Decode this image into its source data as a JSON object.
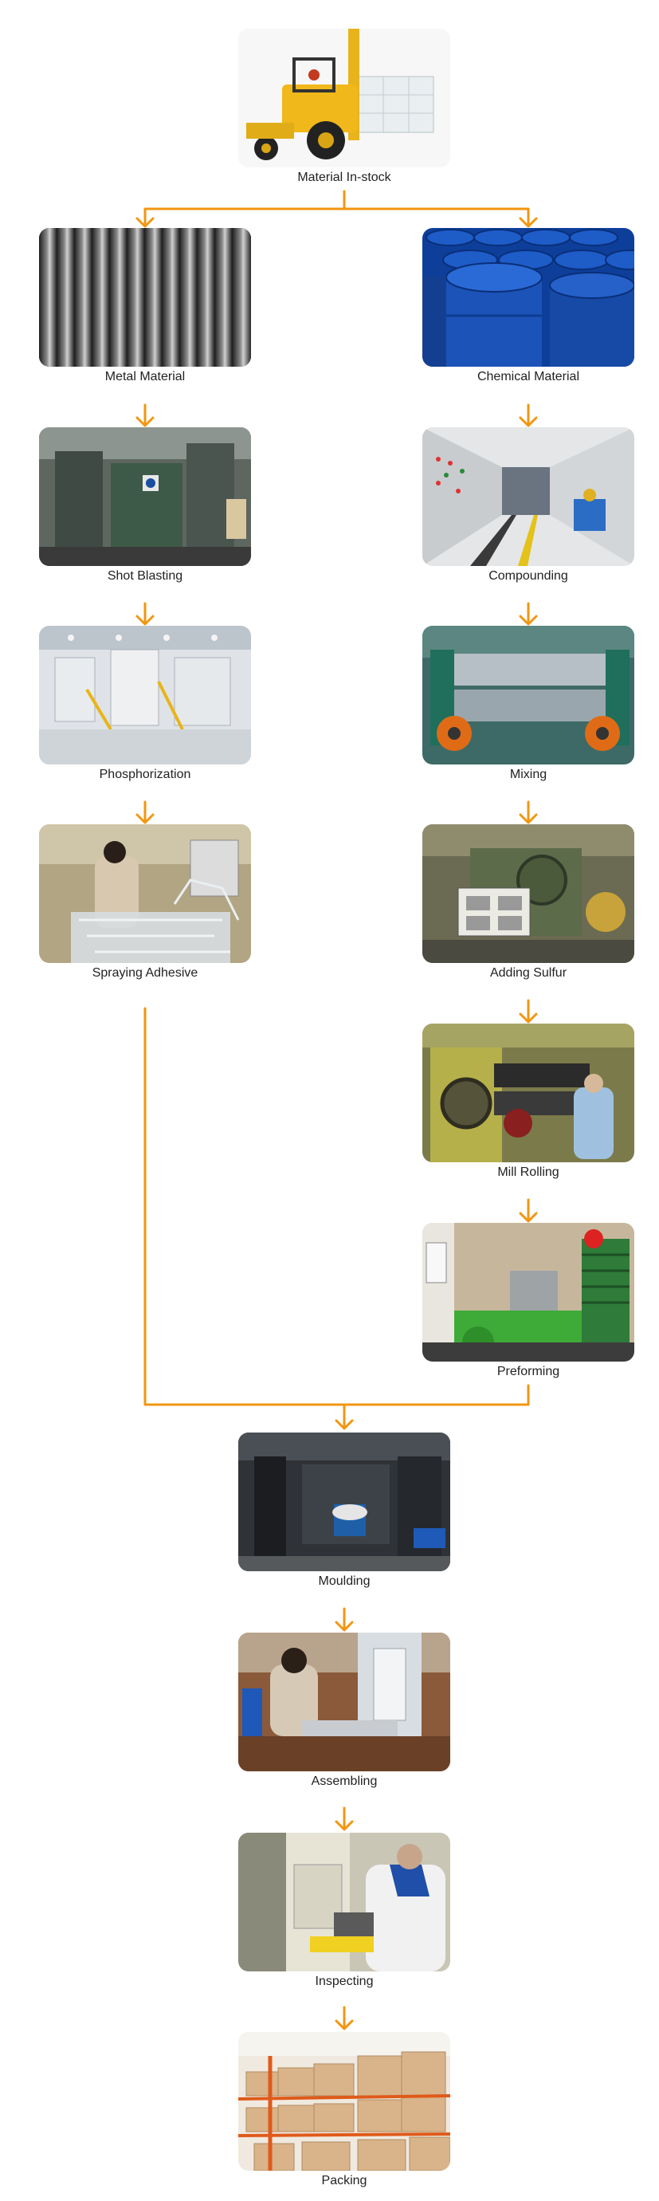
{
  "title": "",
  "accent_color": "#f29611",
  "steps": {
    "material_instock": "Material In-stock",
    "metal_material": "Metal Material",
    "chemical_material": "Chemical Material",
    "shot_blasting": "Shot Blasting",
    "compounding": "Compounding",
    "phosphorization": "Phosphorization",
    "mixing": "Mixing",
    "spraying_adhesive": "Spraying Adhesive",
    "adding_sulfur": "Adding Sulfur",
    "mill_rolling": "Mill Rolling",
    "preforming": "Preforming",
    "moulding": "Moulding",
    "assembling": "Assembling",
    "inspecting": "Inspecting",
    "packing": "Packing"
  }
}
